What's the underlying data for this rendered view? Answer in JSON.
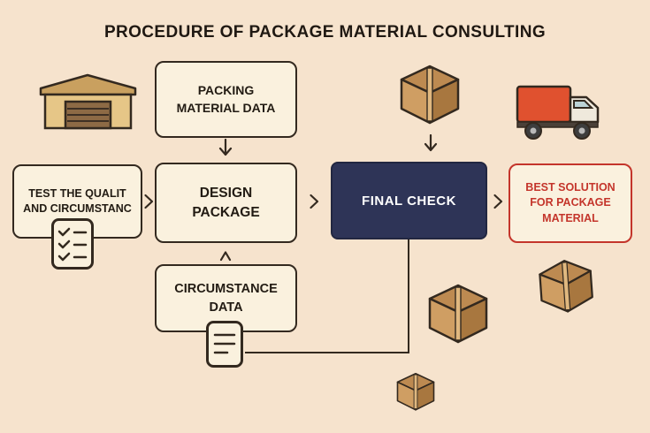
{
  "title": "PROCEDURE OF PACKAGE MATERIAL CONSULTING",
  "nodes": {
    "packing": {
      "label": "PACKING\nMATERIAL DATA"
    },
    "test": {
      "label": "TEST THE QUALIT\nAND CIRCUMSTANC"
    },
    "design": {
      "label": "DESIGN\nPACKAGE"
    },
    "final": {
      "label": "FINAL CHECK"
    },
    "best": {
      "label": "BEST SOLUTION\nFOR PACKAGE\nMATERIAL"
    },
    "circumstance": {
      "label": "CIRCUMSTANCE\nDATA"
    }
  },
  "edges": [
    {
      "from": "packing-material-data",
      "to": "design-package",
      "type": "arrow-down"
    },
    {
      "from": "test-quality-box",
      "to": "design-package",
      "type": "chevron-right"
    },
    {
      "from": "circumstance-data",
      "to": "design-package",
      "type": "chevron-up"
    },
    {
      "from": "design-package",
      "to": "final-check",
      "type": "chevron-right"
    },
    {
      "from": "cardboard-box-top",
      "to": "final-check",
      "type": "arrow-down"
    },
    {
      "from": "final-check",
      "to": "best-solution",
      "type": "chevron-right"
    },
    {
      "from": "final-check",
      "to": "circumstance-document",
      "type": "elbow-line"
    }
  ],
  "icons": [
    "warehouse-icon",
    "cardboard-box-icon",
    "delivery-truck-icon",
    "checklist-icon",
    "document-icon"
  ],
  "colors": {
    "background": "#f6e3cd",
    "node_fill": "#faf1de",
    "node_border": "#33291f",
    "final_fill": "#2e3457",
    "final_text": "#ffffff",
    "accent_red": "#c4352b",
    "truck_orange": "#e0512f",
    "box_tan": "#cf9e63"
  }
}
